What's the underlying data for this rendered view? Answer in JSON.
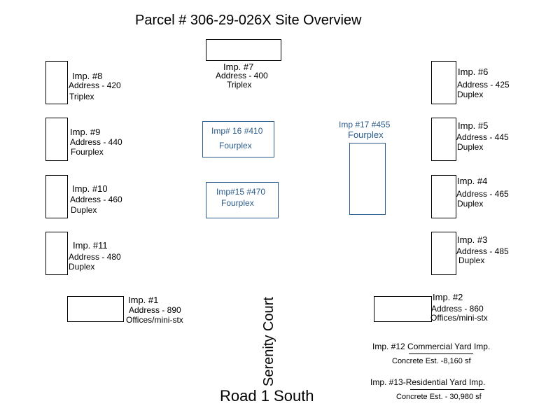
{
  "title": "Parcel # 306-29-026X Site Overview",
  "streets": {
    "court": "Serenity Court",
    "road": "Road 1 South"
  },
  "improvements": {
    "imp7": {
      "name": "Imp. #7",
      "address": "Address - 400",
      "use": "Triplex"
    },
    "imp8": {
      "name": "Imp. #8",
      "address": "Address - 420",
      "use": "Triplex"
    },
    "imp9": {
      "name": "Imp. #9",
      "address": "Address - 440",
      "use": "Fourplex"
    },
    "imp10": {
      "name": "Imp. #10",
      "address": "Address - 460",
      "use": "Duplex"
    },
    "imp11": {
      "name": "Imp. #11",
      "address": "Address - 480",
      "use": "Duplex"
    },
    "imp1": {
      "name": "Imp. #1",
      "address": "Address - 890",
      "use": "Offices/mini-stx"
    },
    "imp6": {
      "name": "Imp. #6",
      "address": "Address - 425",
      "use": "Duplex"
    },
    "imp5": {
      "name": "Imp. #5",
      "address": "Address - 445",
      "use": "Duplex"
    },
    "imp4": {
      "name": "Imp. #4",
      "address": "Address - 465",
      "use": "Duplex"
    },
    "imp3": {
      "name": "Imp. #3",
      "address": "Address - 485",
      "use": "Duplex"
    },
    "imp2": {
      "name": "Imp. #2",
      "address": "Address - 860",
      "use": "Offices/mini-stx"
    },
    "imp16": {
      "name": "Imp# 16 #410",
      "use": "Fourplex"
    },
    "imp15": {
      "name": "Imp#15 #470",
      "use": "Fourplex"
    },
    "imp17": {
      "name": "Imp #17 #455",
      "use": "Fourplex"
    }
  },
  "yard": {
    "imp12": {
      "name": "Imp. #12 Commercial Yard Imp.",
      "detail": "Concrete Est. -8,160 sf"
    },
    "imp13": {
      "name": "Imp. #13-Residential Yard Imp.",
      "detail": "Concrete Est. - 30,980 sf"
    }
  },
  "colors": {
    "planned": "#2a5b8c",
    "existing": "#000000"
  }
}
